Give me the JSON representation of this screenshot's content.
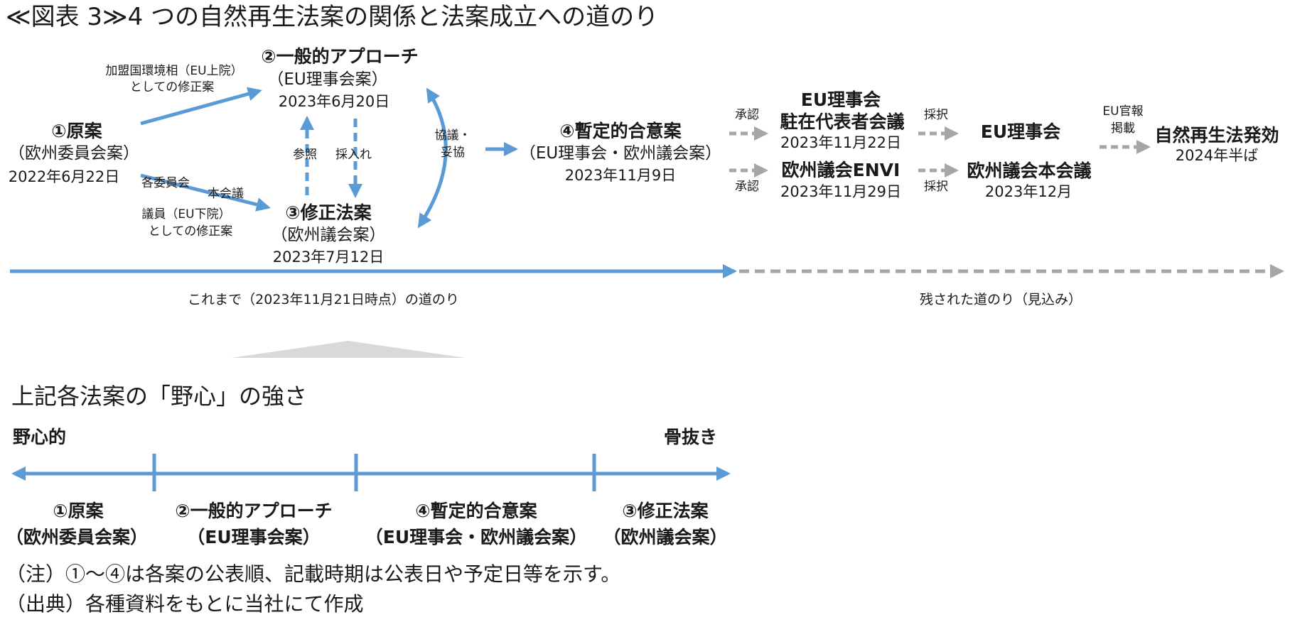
{
  "title": "≪図表 3≫4 つの自然再生法案の関係と法案成立への道のり",
  "colors": {
    "blue": "#5b9bd5",
    "gray": "#a6a6a6",
    "triangle": "#d9d9d9"
  },
  "nodes": {
    "n1": {
      "name": "①原案",
      "sub": "（欧州委員会案）",
      "date": "2022年6月22日"
    },
    "n2": {
      "name": "②一般的アプローチ",
      "sub": "（EU理事会案）",
      "date": "2023年6月20日"
    },
    "n3": {
      "name": "③修正法案",
      "sub": "（欧州議会案）",
      "date": "2023年7月12日"
    },
    "n4": {
      "name": "④暫定的合意案",
      "sub": "（EU理事会・欧州議会案）",
      "date": "2023年11月9日"
    },
    "coreper": {
      "name1": "EU理事会",
      "name2": "駐在代表者会議",
      "date": "2023年11月22日"
    },
    "envi": {
      "name": "欧州議会ENVI",
      "date": "2023年11月29日"
    },
    "council": {
      "name": "EU理事会"
    },
    "plenary": {
      "name": "欧州議会本会議",
      "date": "2023年12月"
    },
    "final": {
      "name": "自然再生法発効",
      "date": "2024年半ば"
    }
  },
  "edges": {
    "minister_1": "加盟国環境相（EU上院）",
    "minister_2": "としての修正案",
    "committee": "各委員会",
    "plenary_short": "本会議",
    "mep_1": "議員（EU下院）",
    "mep_2": "としての修正案",
    "reference": "参照",
    "adopt_in": "採入れ",
    "negotiate_1": "協議・",
    "negotiate_2": "妥協",
    "approve_top": "承認",
    "approve_bottom": "承認",
    "adopt_top": "採択",
    "adopt_bottom": "採択",
    "oj_1": "EU官報",
    "oj_2": "掲載"
  },
  "timeline": {
    "past": "これまで（2023年11月21日時点）の道のり",
    "future": "残された道のり（見込み）"
  },
  "ambition": {
    "heading": "上記各法案の「野心」の強さ",
    "left": "野心的",
    "right": "骨抜き",
    "items": [
      {
        "name": "①原案",
        "sub": "（欧州委員会案）"
      },
      {
        "name": "②一般的アプローチ",
        "sub": "（EU理事会案）"
      },
      {
        "name": "④暫定的合意案",
        "sub": "（EU理事会・欧州議会案）"
      },
      {
        "name": "③修正法案",
        "sub": "（欧州議会案）"
      }
    ]
  },
  "notes": {
    "note": "（注）①〜④は各案の公表順、記載時期は公表日や予定日等を示す。",
    "source": "（出典）各種資料をもとに当社にて作成"
  }
}
